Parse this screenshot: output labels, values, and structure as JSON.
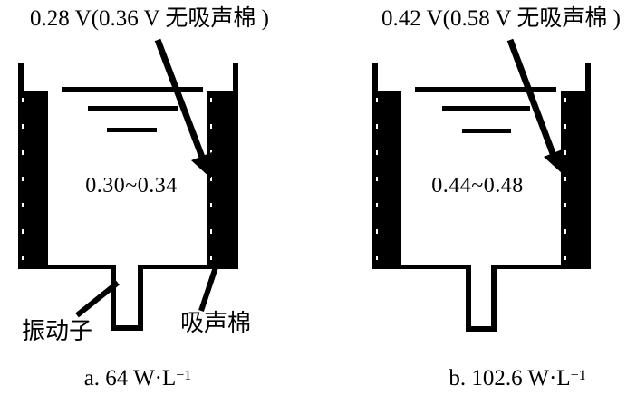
{
  "figure": {
    "colors": {
      "ink": "#000000",
      "background": "#ffffff"
    },
    "panels": [
      {
        "id": "a",
        "top_label": "0.28 V(0.36 V 无吸声棉 )",
        "inner_value": "0.30~0.34",
        "caption": {
          "main": "a. 64 W·L",
          "sup": "−1"
        }
      },
      {
        "id": "b",
        "top_label": "0.42 V(0.58 V 无吸声棉 )",
        "inner_value": "0.44~0.48",
        "caption": {
          "main": "b. 102.6 W·L",
          "sup": "−1"
        }
      }
    ],
    "annotations": {
      "vibrator_label": "振动子",
      "cotton_label": "吸声棉"
    }
  }
}
